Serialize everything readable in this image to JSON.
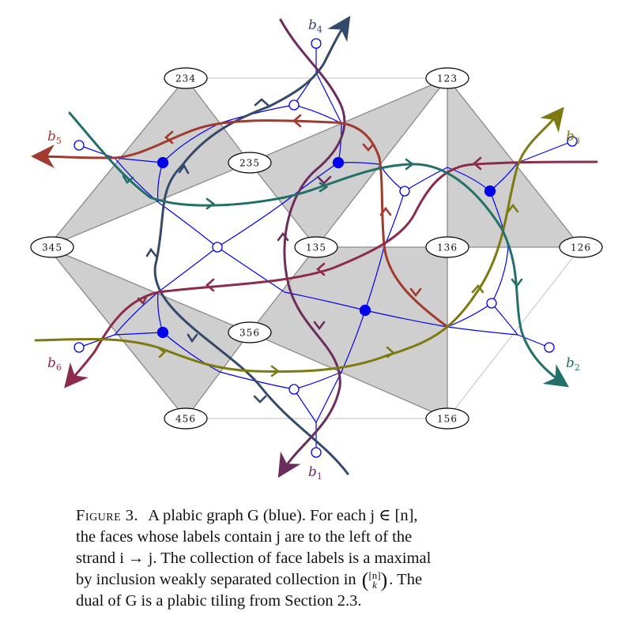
{
  "figure": {
    "face_labels": [
      "234",
      "123",
      "235",
      "345",
      "135",
      "136",
      "126",
      "356",
      "456",
      "156"
    ],
    "strand_labels": {
      "b1": {
        "letter": "b",
        "index": "1",
        "color": "#6b2d5c"
      },
      "b2": {
        "letter": "b",
        "index": "2",
        "color": "#237068"
      },
      "b3": {
        "letter": "b",
        "index": "3",
        "color": "#7c7a10"
      },
      "b4": {
        "letter": "b",
        "index": "4",
        "color": "#34496b"
      },
      "b5": {
        "letter": "b",
        "index": "5",
        "color": "#a13a2f"
      },
      "b6": {
        "letter": "b",
        "index": "6",
        "color": "#8c2c4a"
      }
    },
    "colors": {
      "graph": "#0000ee",
      "tile_fill": "#cfcfcf",
      "tile_edge": "#8a8a8a",
      "grid_line": "#cccccc"
    }
  },
  "caption": {
    "figure_number": "Figure 3.",
    "line1": "A plabic graph G (blue). For each j ∈ [n],",
    "line2": "the faces whose labels contain j are to the left of the",
    "line3": "strand i → j. The collection of face labels is a maximal",
    "line4a": "by inclusion weakly separated collection in",
    "binom_top": "[n]",
    "binom_bottom": "k",
    "line4b": ". The",
    "line5": "dual of G is a plabic tiling from Section 2.3."
  }
}
